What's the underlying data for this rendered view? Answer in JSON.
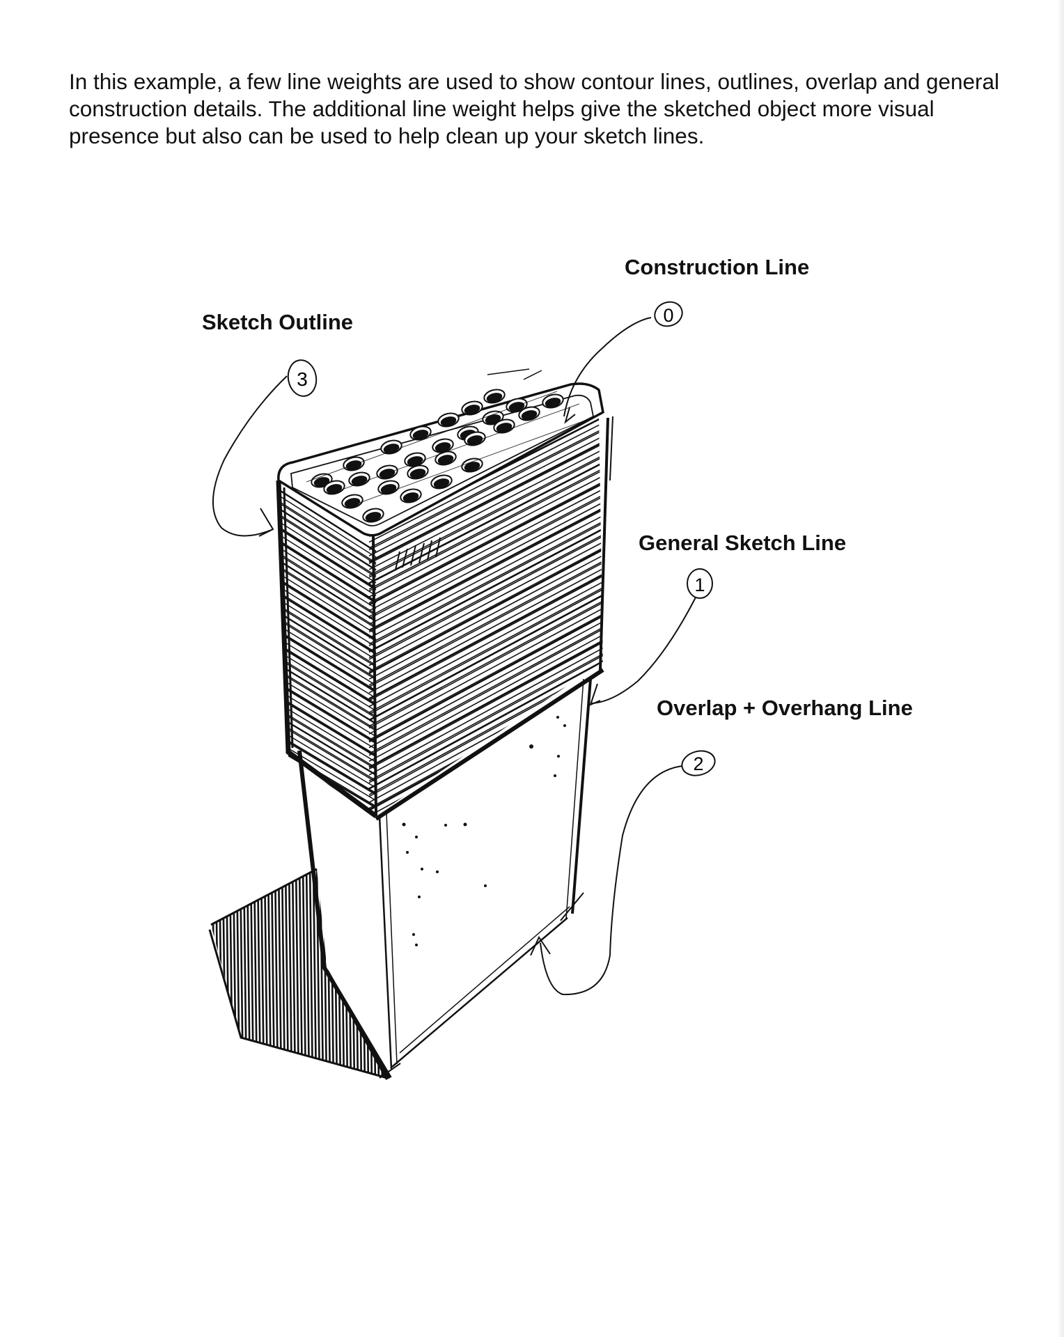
{
  "document": {
    "intro_text": "In this example, a few line weights are used to show contour lines, outlines, overlap and general construction details. The additional line weight helps give the sketched object more visual presence but also can be used to help clean up your sketch lines."
  },
  "illustration": {
    "callouts": [
      {
        "number": "0",
        "label": "Construction Line"
      },
      {
        "number": "3",
        "label": "Sketch Outline"
      },
      {
        "number": "1",
        "label": "General Sketch Line"
      },
      {
        "number": "2",
        "label": "Overlap + Overhang Line"
      }
    ]
  }
}
